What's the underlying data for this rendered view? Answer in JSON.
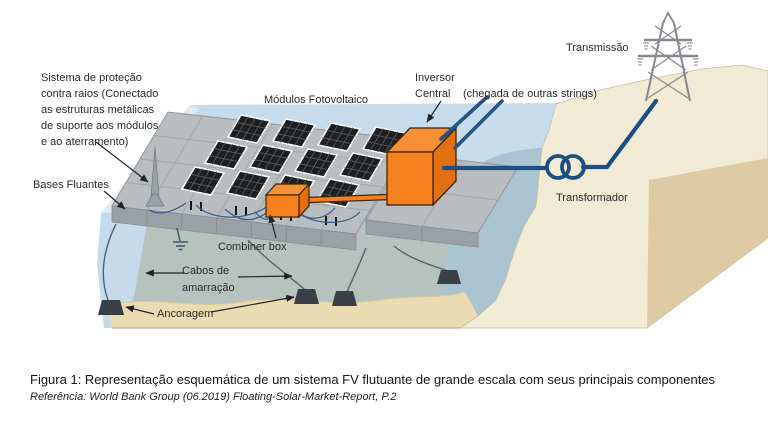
{
  "figure": {
    "caption": "Figura 1: Representação esquemática de um sistema FV flutuante de grande escala com seus principais componentes",
    "reference": "Referência: World Bank Group (06.2019) Floating-Solar-Market-Report, P.2"
  },
  "labels": {
    "protection": [
      "Sistema de proteção",
      "contra raios (Conectado",
      "as estruturas metálicas",
      "de suporte aos módulos",
      "e ao aterramento)"
    ],
    "floating_bases": "Bases Fluantes",
    "pv_modules": "Módulos Fotovoltaico",
    "inverter": [
      "Inversor",
      "Central"
    ],
    "strings_arrival": "(chegada de outras strings)",
    "transmission": "Transmissão",
    "transformer": "Transformador",
    "combiner_box": "Combiner box",
    "mooring": [
      "Cabos de",
      "amarração"
    ],
    "anchoring": "Ancoragem"
  },
  "colors": {
    "water_surface": "#c6dcec",
    "water_edge_highlight": "#dcebf6",
    "underwater": "#b5c2be",
    "submerged_shore": "#a9c3d1",
    "sand": "#eadbb2",
    "land": "#f1ebd6",
    "land_side": "#dbc8a1",
    "platform": "#b9bdc0",
    "platform_front": "#9aa1a6",
    "panel": "#1e1f21",
    "equipment_orange": "#f6801e",
    "cable_blue": "#1d4e83",
    "string_wire_blue": "#36598e",
    "tower_gray": "#85898d",
    "anchor_dark": "#3a3f45"
  }
}
